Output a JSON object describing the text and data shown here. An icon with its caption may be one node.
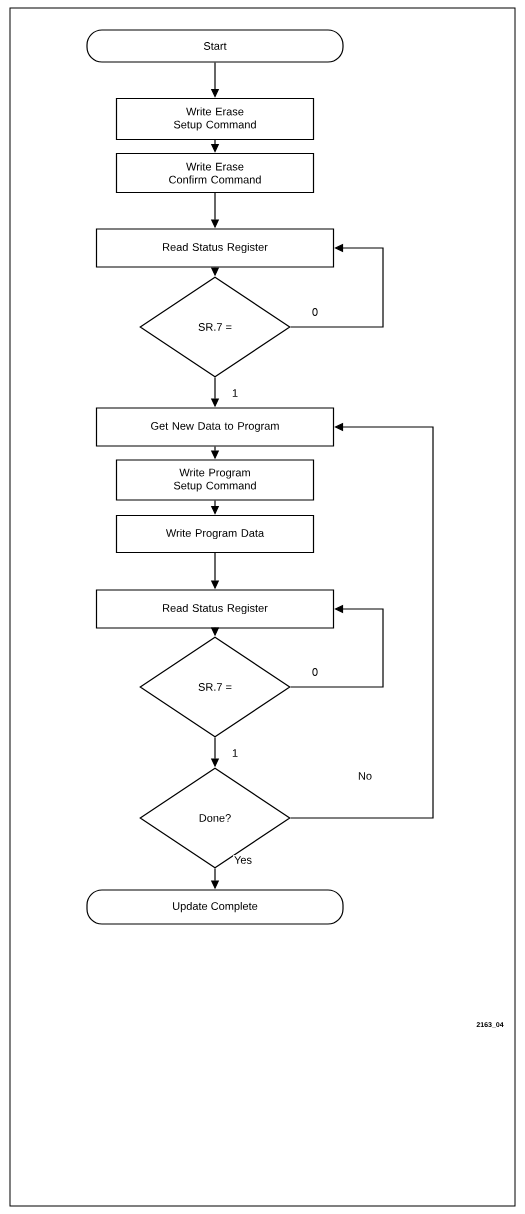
{
  "diagram": {
    "nodes": [
      {
        "text": [
          "Start"
        ]
      },
      {
        "text": [
          "Write Erase Setup Command"
        ]
      },
      {
        "text": [
          "Write Erase Confirm Command"
        ]
      },
      {
        "text": [
          "Read Status Register"
        ]
      },
      {
        "text": [
          "SR.7 ="
        ]
      },
      {
        "text": [
          "Get New Data to Program"
        ]
      },
      {
        "text": [
          "Write Program Setup Command"
        ]
      },
      {
        "text": [
          "Write Program Data"
        ]
      },
      {
        "text": [
          "Read Status Register"
        ]
      },
      {
        "text": [
          "SR.7 ="
        ]
      },
      {
        "text": [
          "Done?"
        ]
      },
      {
        "text": [
          "Update Complete"
        ]
      }
    ],
    "edges": [
      {
        "from": 0,
        "to": 1,
        "arrow": "to"
      },
      {
        "from": 1,
        "to": 2,
        "arrow": "to"
      },
      {
        "from": 2,
        "to": 3,
        "arrow": "to"
      },
      {
        "from": 3,
        "to": 4,
        "arrow": "to"
      },
      {
        "from": 4,
        "to": 3,
        "arrow": "to",
        "label": "0"
      },
      {
        "from": 4,
        "to": 5,
        "arrow": "to",
        "label": "1"
      },
      {
        "from": 5,
        "to": 6,
        "arrow": "to"
      },
      {
        "from": 6,
        "to": 7,
        "arrow": "to"
      },
      {
        "from": 7,
        "to": 8,
        "arrow": "to"
      },
      {
        "from": 8,
        "to": 9,
        "arrow": "to"
      },
      {
        "from": 9,
        "to": 8,
        "arrow": "to",
        "label": "0"
      },
      {
        "from": 9,
        "to": 10,
        "arrow": "to",
        "label": "1"
      },
      {
        "from": 10,
        "to": 5,
        "arrow": "to",
        "label": "No"
      },
      {
        "from": 10,
        "to": 11,
        "arrow": "to",
        "label": "Yes"
      }
    ],
    "labels": [
      "2163_04"
    ]
  }
}
